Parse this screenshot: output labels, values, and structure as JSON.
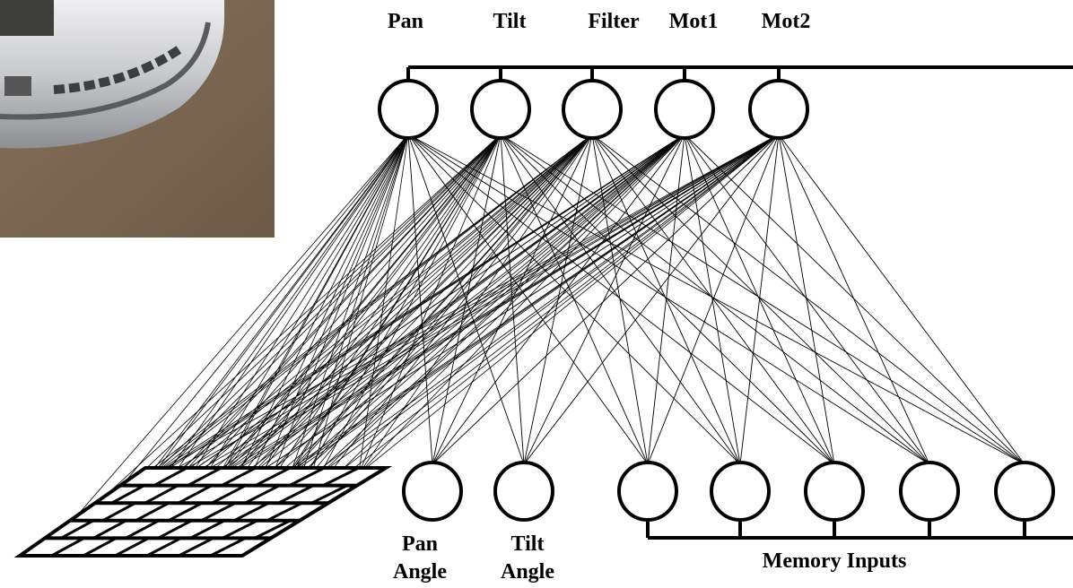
{
  "diagram": {
    "output_labels": [
      "Pan",
      "Tilt",
      "Filter",
      "Mot1",
      "Mot2"
    ],
    "input_labels": {
      "pan_angle": [
        "Pan",
        "Angle"
      ],
      "tilt_angle": [
        "Tilt",
        "Angle"
      ],
      "memory": "Memory Inputs"
    },
    "retina_grid": {
      "rows": 5,
      "cols": 7
    },
    "memory_node_count": 5,
    "colors": {
      "line": "#000000",
      "background": "#ffffff",
      "carpet": "#7d6a55",
      "robot_shell": "#cfd0d2"
    }
  }
}
